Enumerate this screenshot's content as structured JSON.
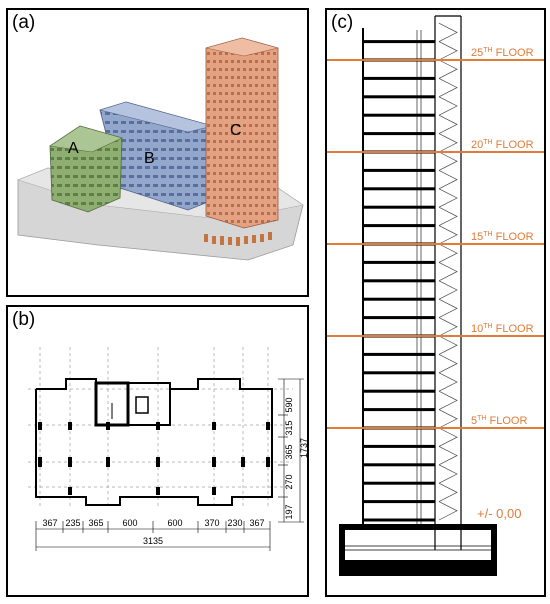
{
  "panels": {
    "a": {
      "label": "(a)",
      "buildings": [
        {
          "name": "A",
          "color": "#8fae72"
        },
        {
          "name": "B",
          "color": "#93a6cc"
        },
        {
          "name": "C",
          "color": "#e4a282"
        }
      ]
    },
    "b": {
      "label": "(b)",
      "horizontal_dims": [
        "367",
        "235",
        "365",
        "600",
        "600",
        "370",
        "230",
        "367"
      ],
      "horizontal_total": "3135",
      "vertical_dims": [
        "590",
        "315",
        "365",
        "270",
        "197"
      ],
      "vertical_total": "1737"
    },
    "c": {
      "label": "(c)",
      "floor_color": "#e07b39",
      "floors": [
        {
          "base": "25",
          "sup": "TH",
          "rest": " FLOOR",
          "level": 25
        },
        {
          "base": "20",
          "sup": "TH",
          "rest": " FLOOR",
          "level": 20
        },
        {
          "base": "15",
          "sup": "TH",
          "rest": " FLOOR",
          "level": 15
        },
        {
          "base": "10",
          "sup": "TH",
          "rest": " FLOOR",
          "level": 10
        },
        {
          "base": "5",
          "sup": "TH",
          "rest": " FLOOR",
          "level": 5
        }
      ],
      "ground_label": "+/- 0,00"
    }
  }
}
